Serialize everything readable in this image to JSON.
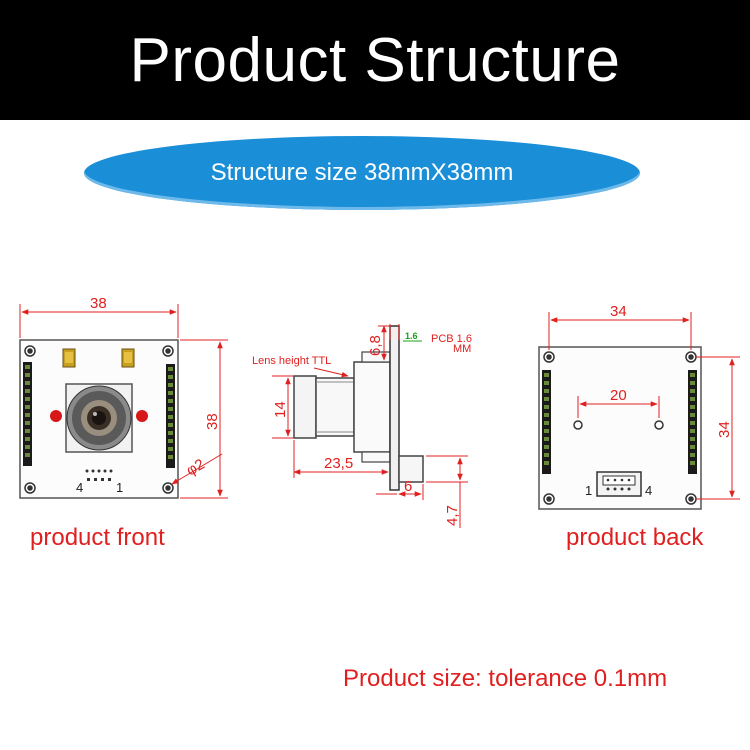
{
  "header": {
    "title": "Product Structure"
  },
  "banner": {
    "text": "Structure size 38mmX38mm"
  },
  "captions": {
    "front": "product front",
    "back": "product back",
    "tolerance": "Product size: tolerance 0.1mm"
  },
  "front_view": {
    "width_label": "38",
    "height_label": "38",
    "hole_label": "φ2",
    "pin_left": "4",
    "pin_right": "1"
  },
  "side_view": {
    "lens_label": "Lens height TTL",
    "pcb_label": "PCB 1.6",
    "pcb_unit": "MM",
    "pcb_green": "1.6",
    "dim_top": "6,8",
    "dim_lens_dia": "14",
    "dim_length": "23,5",
    "dim_connector": "6",
    "dim_connector_h": "4,7"
  },
  "back_view": {
    "width_label": "34",
    "height_label": "34",
    "hole_spacing": "20",
    "pin_left": "1",
    "pin_right": "4"
  },
  "colors": {
    "dimension": "#e02020",
    "banner": "#1a8fd8",
    "header": "#000000"
  }
}
